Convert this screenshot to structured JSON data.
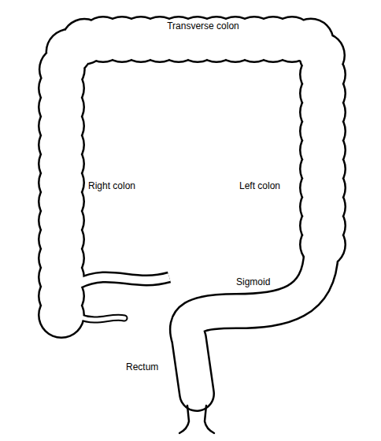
{
  "diagram": {
    "labels": [
      "Transverse colon",
      "Right colon",
      "Left colon",
      "Sigmoid",
      "Rectum"
    ]
  }
}
